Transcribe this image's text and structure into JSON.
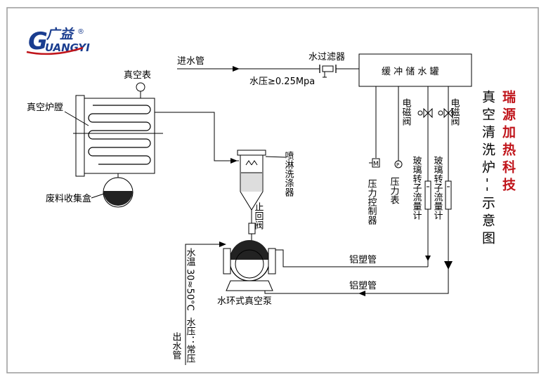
{
  "logo": {
    "brand_cn": "广益",
    "brand_en": "UANGYI",
    "brand_initial": "G",
    "registered": "®",
    "color": "#1a3d8f",
    "accent": "#c0151b"
  },
  "labels": {
    "inlet_pipe": "进水管",
    "water_filter": "水过滤器",
    "water_pressure": "水压≥0.25Mpa",
    "buffer_tank": "缓 冲 储 水 罐",
    "vacuum_gauge": "真空表",
    "vacuum_chamber": "真空炉膛",
    "waste_box": "废料收集盒",
    "spray_scrubber": "喷淋洗涤器",
    "check_valve": "止回阀",
    "pump": "水环式真空泵",
    "al_pipe_1": "铝塑管",
    "al_pipe_2": "铝塑管",
    "water_temp": "水温 30≈50°C",
    "water_pressure_normal": "水压：常压",
    "outlet_pipe": "出水管",
    "pressure_controller": "压力控制器",
    "pressure_gauge": "压力表",
    "solenoid_1": "电磁阀",
    "solenoid_2": "电磁阀",
    "flowmeter_1": "玻璃转子流量计",
    "flowmeter_2": "玻璃转子流量计",
    "pressure_controller_symbol": "M",
    "pressure_gauge_symbol": "P"
  },
  "title": {
    "main": "真空清洗炉--示意图",
    "company": "瑞源加热科技"
  }
}
